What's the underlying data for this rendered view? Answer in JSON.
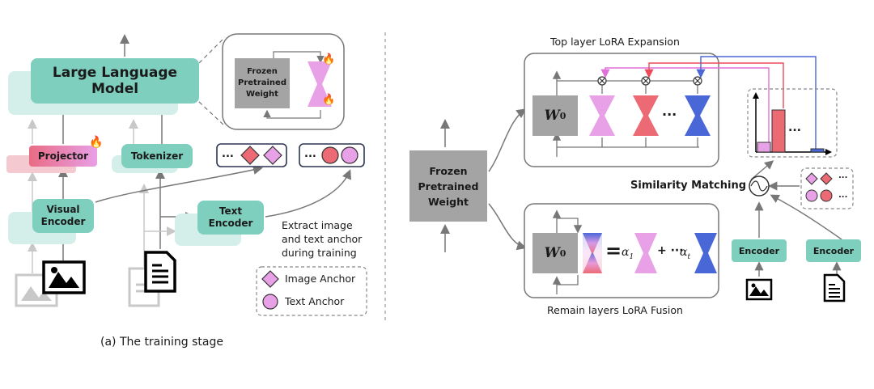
{
  "left": {
    "llm": "Large Language Model",
    "frozen_weight": [
      "Frozen",
      "Pretrained",
      "Weight"
    ],
    "projector": "Projector",
    "tokenizer": "Tokenizer",
    "visual_encoder": [
      "Visual",
      "Encoder"
    ],
    "text_encoder": [
      "Text",
      "Encoder"
    ],
    "ellipsis_a": "...",
    "ellipsis_b": "...",
    "extract_note": [
      "Extract image",
      "and text anchor",
      "during training"
    ],
    "legend_image": "Image Anchor",
    "legend_text": "Text Anchor",
    "caption": "(a) The training stage"
  },
  "right": {
    "top_title": "Top layer LoRA Expansion",
    "bottom_title": "Remain layers LoRA Fusion",
    "frozen_weight": [
      "Frozen",
      "Pretrained",
      "Weight"
    ],
    "w0": "W",
    "w0_sub": "0",
    "dots": "...",
    "eq": "=",
    "alpha": "α",
    "alpha_1": "1",
    "alpha_t": "t",
    "plus": "+",
    "plus_dots": "+ ··· ",
    "similarity": "Similarity Matching",
    "encoder": "Encoder",
    "hist_dots": "...",
    "anchor_dots": "..."
  },
  "colors": {
    "teal": "#7fcfbf",
    "teal_ghost": "#d4efe9",
    "projector": "#e96b84",
    "pink": "#e8a0e6",
    "red": "#ec6a74",
    "blue": "#4a67d8",
    "gray": "#a4a4a4"
  }
}
